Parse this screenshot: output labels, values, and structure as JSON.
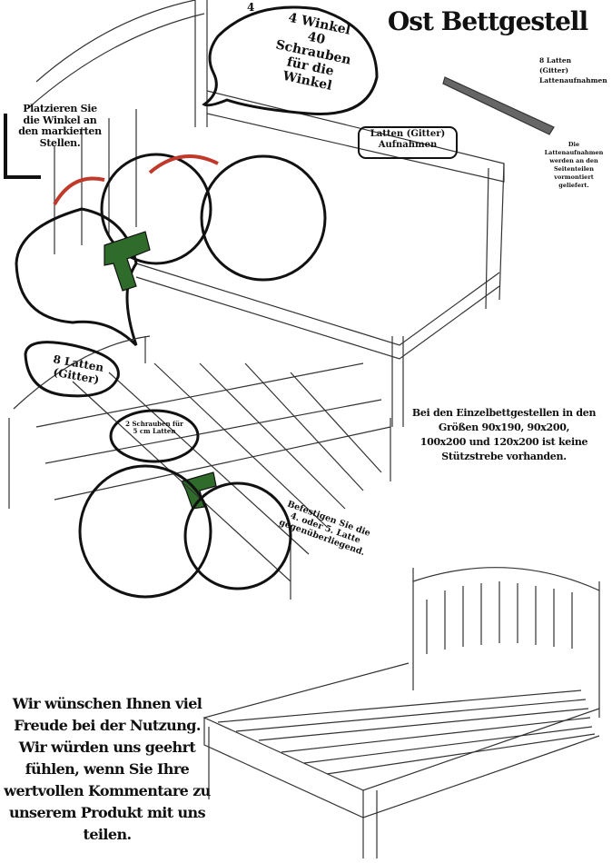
{
  "title": "Ost Bettgestell",
  "callouts": {
    "hardware": [
      "4 Winkel",
      "40",
      "Schrauben",
      "für die",
      "Winkel"
    ],
    "place_brackets": [
      "Platzieren Sie",
      "die Winkel an",
      "den markierten",
      "Stellen."
    ],
    "slat_holders_label": [
      "Latten (Gitter)",
      "Aufnahmen"
    ],
    "slat_holders_count": [
      "8 Latten",
      "(Gitter)",
      "Lattenaufnahmen"
    ],
    "premounted_note": [
      "Die",
      "Lattenaufnahmen",
      "werden an den",
      "Seitenteilen",
      "vormontiert",
      "geliefert."
    ],
    "slats": [
      "8 Latten",
      "(Gitter)"
    ],
    "screws_per_slat": [
      "2 Schrauben für",
      "5 cm Latten"
    ],
    "fasten_slat": [
      "Befestigen Sie die",
      "4. oder 5. Latte",
      "gegenüberliegend."
    ],
    "single_bed_note": [
      "Bei den Einzelbettgestellen in den",
      "Größen 90x190, 90x200,",
      "100x200 und 120x200 ist keine",
      "Stützstrebe vorhanden."
    ],
    "closing": [
      "Wir wünschen Ihnen viel",
      "Freude bei der Nutzung.",
      "Wir würden uns geehrt",
      "fühlen, wenn Sie Ihre",
      "wertvollen Kommentare zu",
      "unserem Produkt mit uns",
      "teilen."
    ]
  },
  "bracket_number": "4",
  "colors": {
    "arrow": "#c0392b",
    "drill": "#2f6b2a"
  }
}
